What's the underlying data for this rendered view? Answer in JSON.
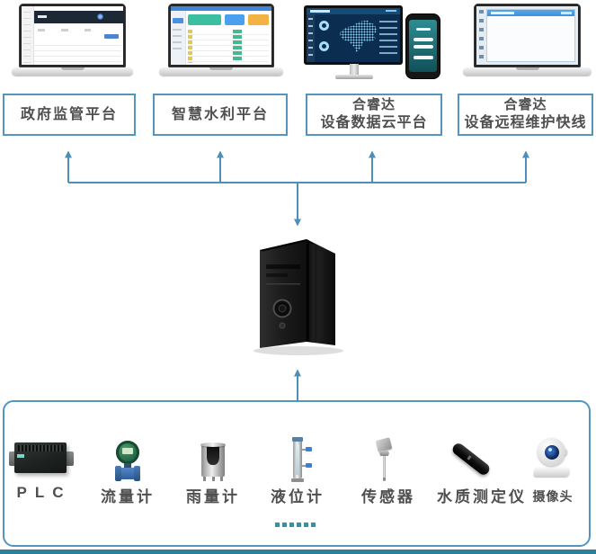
{
  "colors": {
    "accent": "#4e8fb8",
    "box_border": "#5295bd",
    "label_text": "#4f4f4f",
    "bottom_bar": "#2e7f9b",
    "ellipsis": "#3d8fa6"
  },
  "platforms": [
    {
      "id": "gov",
      "lines": [
        "政府监管平台"
      ]
    },
    {
      "id": "water",
      "lines": [
        "智慧水利平台"
      ]
    },
    {
      "id": "cloud",
      "lines": [
        "合睿达",
        "设备数据云平台"
      ]
    },
    {
      "id": "remote",
      "lines": [
        "合睿达",
        "设备远程维护快线"
      ]
    }
  ],
  "devices": [
    {
      "id": "plc",
      "label": "PLC"
    },
    {
      "id": "flow-meter",
      "label": "流量计"
    },
    {
      "id": "rain-gauge",
      "label": "雨量计"
    },
    {
      "id": "level-meter",
      "label": "液位计"
    },
    {
      "id": "sensor",
      "label": "传感器"
    },
    {
      "id": "water-quality",
      "label": "水质测定仪"
    },
    {
      "id": "camera",
      "label": "摄像头"
    }
  ],
  "ellipsis": "……"
}
